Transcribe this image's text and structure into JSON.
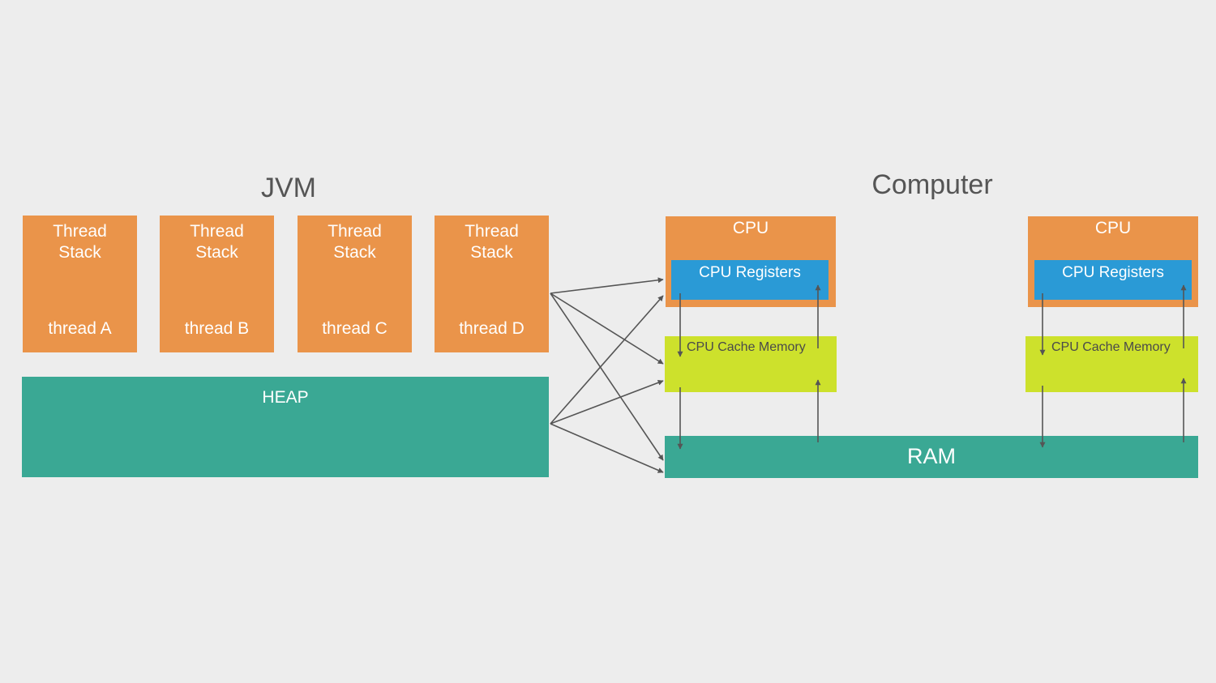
{
  "jvm": {
    "title": "JVM",
    "threads": [
      {
        "title": "Thread\nStack",
        "name": "thread A"
      },
      {
        "title": "Thread\nStack",
        "name": "thread B"
      },
      {
        "title": "Thread\nStack",
        "name": "thread C"
      },
      {
        "title": "Thread\nStack",
        "name": "thread D"
      }
    ],
    "heap": "HEAP"
  },
  "computer": {
    "title": "Computer",
    "cpus": [
      {
        "label": "CPU",
        "registers": "CPU Registers",
        "cache": "CPU Cache Memory"
      },
      {
        "label": "CPU",
        "registers": "CPU Registers",
        "cache": "CPU Cache Memory"
      }
    ],
    "ram": "RAM"
  },
  "colors": {
    "thread_stack": "#ea944a",
    "heap": "#3aa894",
    "cpu": "#ea944a",
    "registers": "#2a9ad6",
    "cache": "#cde12c",
    "ram": "#3aa894",
    "arrow": "#555555"
  }
}
